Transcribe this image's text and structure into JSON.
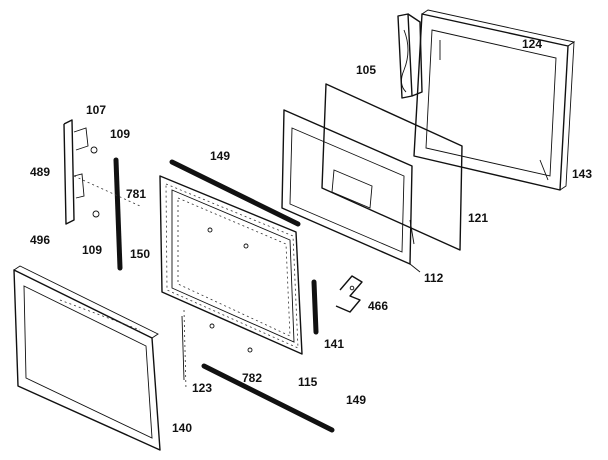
{
  "labels": {
    "p107": "107",
    "p109a": "109",
    "p489": "489",
    "p781": "781",
    "p496": "496",
    "p109b": "109",
    "p150": "150",
    "p149a": "149",
    "p105": "105",
    "p124": "124",
    "p143": "143",
    "p121": "121",
    "p112": "112",
    "p466": "466",
    "p141": "141",
    "p115": "115",
    "p782": "782",
    "p149b": "149",
    "p123": "123",
    "p140": "140"
  }
}
